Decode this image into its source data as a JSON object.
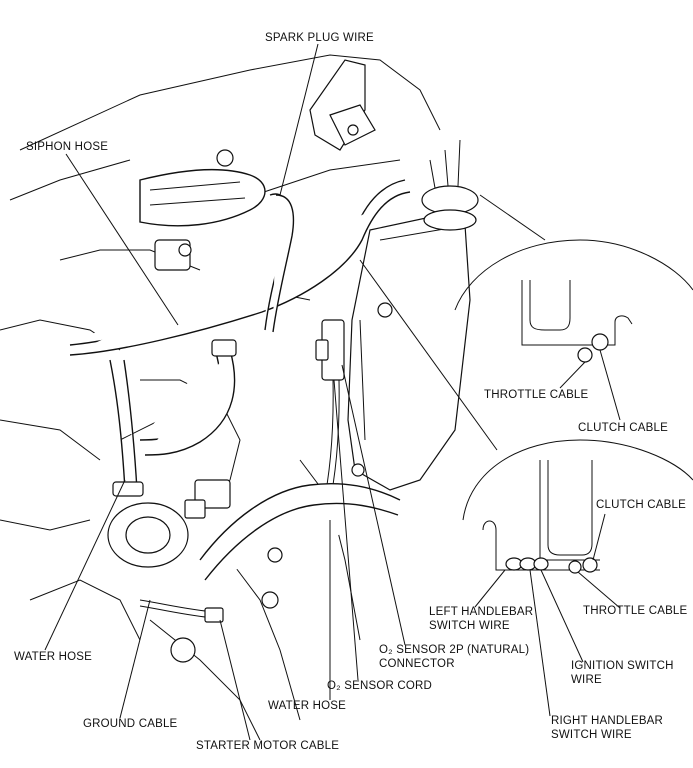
{
  "labels": {
    "spark_plug_wire": "SPARK PLUG WIRE",
    "siphon_hose": "SIPHON HOSE",
    "water_hose_left": "WATER HOSE",
    "ground_cable": "GROUND CABLE",
    "starter_motor_cable": "STARTER MOTOR CABLE",
    "water_hose_bottom": "WATER HOSE",
    "o2_sensor_cord": "O₂ SENSOR CORD",
    "o2_connector_line1": "O₂ SENSOR 2P (NATURAL)",
    "o2_connector_line2": "CONNECTOR",
    "throttle_cable_top": "THROTTLE CABLE",
    "clutch_cable_top": "CLUTCH CABLE",
    "clutch_cable_bottom": "CLUTCH CABLE",
    "throttle_cable_bottom": "THROTTLE CABLE",
    "left_handlebar_line1": "LEFT HANDLEBAR",
    "left_handlebar_line2": "SWITCH WIRE",
    "ignition_switch_line1": "IGNITION SWITCH",
    "ignition_switch_line2": "WIRE",
    "right_handlebar_line1": "RIGHT HANDLEBAR",
    "right_handlebar_line2": "SWITCH WIRE"
  }
}
